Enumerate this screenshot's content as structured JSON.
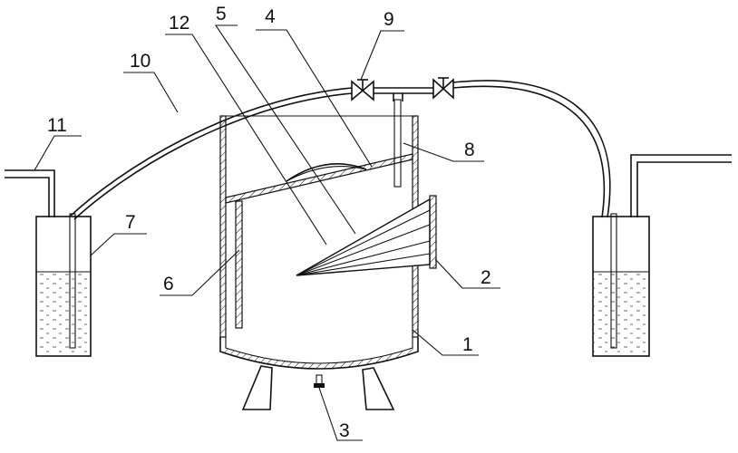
{
  "figure": {
    "labels": {
      "l1": "1",
      "l2": "2",
      "l3": "3",
      "l4": "4",
      "l5": "5",
      "l6": "6",
      "l7": "7",
      "l8": "8",
      "l9": "9",
      "l10": "10",
      "l11": "11",
      "l12": "12"
    }
  }
}
